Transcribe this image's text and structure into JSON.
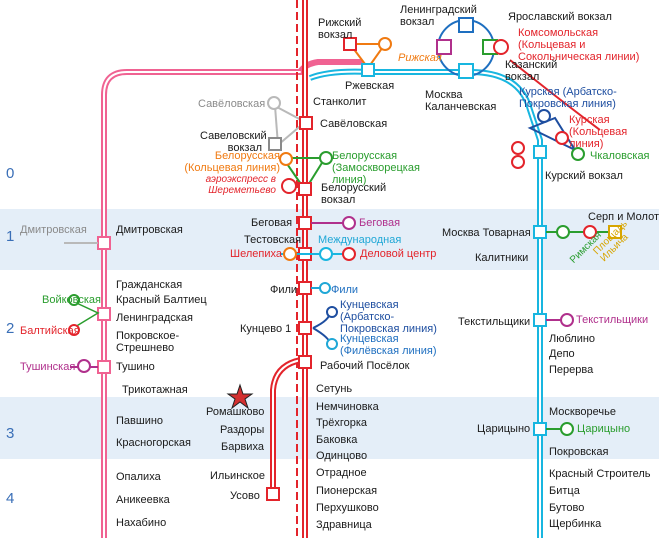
{
  "zones": [
    "0",
    "1",
    "2",
    "3",
    "4"
  ],
  "stations": {
    "rizhsky_vokzal": "Рижский вокзал",
    "leningradsky_vokzal": "Ленинградский вокзал",
    "yaroslavsky_vokzal": "Ярославский вокзал",
    "komsomolskaya": "Комсомольская (Кольцевая и Сокольническая линии)",
    "kazansky_vokzal": "Казанский вокзал",
    "rizhskaya_metro": "Рижская",
    "rzhevskaya": "Ржевская",
    "moskva_kalanchevskaya": "Москва Каланчевская",
    "kurskaya_apl": "Курская (Арбатско-Покровская линия)",
    "kurskaya_ring": "Курская (Кольцевая линия)",
    "chkalovskaya": "Чкаловская",
    "kursky_vokzal": "Курский вокзал",
    "savyolovskaya_metro": "Савёловская",
    "stankolit": "Станколит",
    "savyolovskaya": "Савёловская",
    "savyolovsky_vokzal": "Савеловский вокзал",
    "belorusskaya_zam": "Белорусская (Замоскворецкая линия)",
    "belorusskaya_ring": "Белорусская (Кольцевая линия)",
    "aeroexpress": "аэроэкспресс в Шереметьево",
    "belorussky_vokzal": "Белорусский вокзал",
    "dmitrovskaya_metro": "Дмитровская",
    "dmitrovskaya": "Дмитровская",
    "begovaya": "Беговая",
    "begovaya_metro": "Беговая",
    "testovskaya": "Тестовская",
    "mezhdunarodnaya": "Международная",
    "shelepikha": "Шелепиха",
    "delovoy_tsentr": "Деловой центр",
    "moskva_tovarnaya": "Москва Товарная",
    "serp_i_molot": "Серп и Молот",
    "kalitniki": "Калитники",
    "ploshchad_ilyicha": "Площадь Ильича",
    "rimskaya": "Римская",
    "grazhdanskaya": "Гражданская",
    "krasny_baltiets": "Красный Балтиец",
    "voykovskaya": "Войковская",
    "baltiyskaya": "Балтийская",
    "leningradskaya": "Ленинградская",
    "pokrovskoe_streshnevo": "Покровское-Стрешнево",
    "fili": "Фили",
    "fili_metro": "Фили",
    "kuntsevskaya_apl": "Кунцевская (Арбатско-Покровская линия)",
    "kuntsevo_1": "Кунцево 1",
    "kuntsevskaya_fl": "Кунцевская (Филёвская линия)",
    "tekstilshchiki": "Текстильщики",
    "tekstilshchiki_metro": "Текстильщики",
    "lyublino": "Люблино",
    "depo": "Депо",
    "pererva": "Перерва",
    "tushinskaya": "Тушинская",
    "tushino": "Тушино",
    "rabochy_posyolok": "Рабочий Посёлок",
    "trikotazhnaya": "Трикотажная",
    "setun": "Сетунь",
    "pavshino": "Павшино",
    "romashkovo": "Ромашково",
    "nemchinovka": "Немчиновка",
    "moskvorechye": "Москворечье",
    "razdory": "Раздоры",
    "tryokhgorka": "Трёхгорка",
    "tsaritsyno": "Царицыно",
    "tsaritsyno_metro": "Царицыно",
    "krasnogorskaya": "Красногорская",
    "barvikha": "Барвиха",
    "bakovka": "Баковка",
    "odintsovo": "Одинцово",
    "pokrovskaya": "Покровская",
    "opalikha": "Опалиха",
    "ilyinskoe": "Ильинское",
    "otradnoe": "Отрадное",
    "krasny_stroitel": "Красный Строитель",
    "anikeevka": "Аникеевка",
    "pionerskaya": "Пионерская",
    "bitsa": "Битца",
    "usovo": "Усово",
    "perkhushkovo": "Перхушково",
    "butovo": "Бутово",
    "nakhabino": "Нахабино",
    "zdravnitsa": "Здравница",
    "shcherbinka": "Щербинка"
  },
  "colors": {
    "riga_line": "#f06292",
    "belarus_line": "#e3242b",
    "kursk_line": "#18b6e0",
    "zone_band": "#e4eef8",
    "metro_badge": "#e3242b",
    "aeroexpress": "#e3242b",
    "landmark_star": "#d32f2f"
  },
  "icons": [
    "metro-logo-icon",
    "aeroexpress-icon",
    "transfer-node-icon",
    "landmark-star-icon"
  ]
}
